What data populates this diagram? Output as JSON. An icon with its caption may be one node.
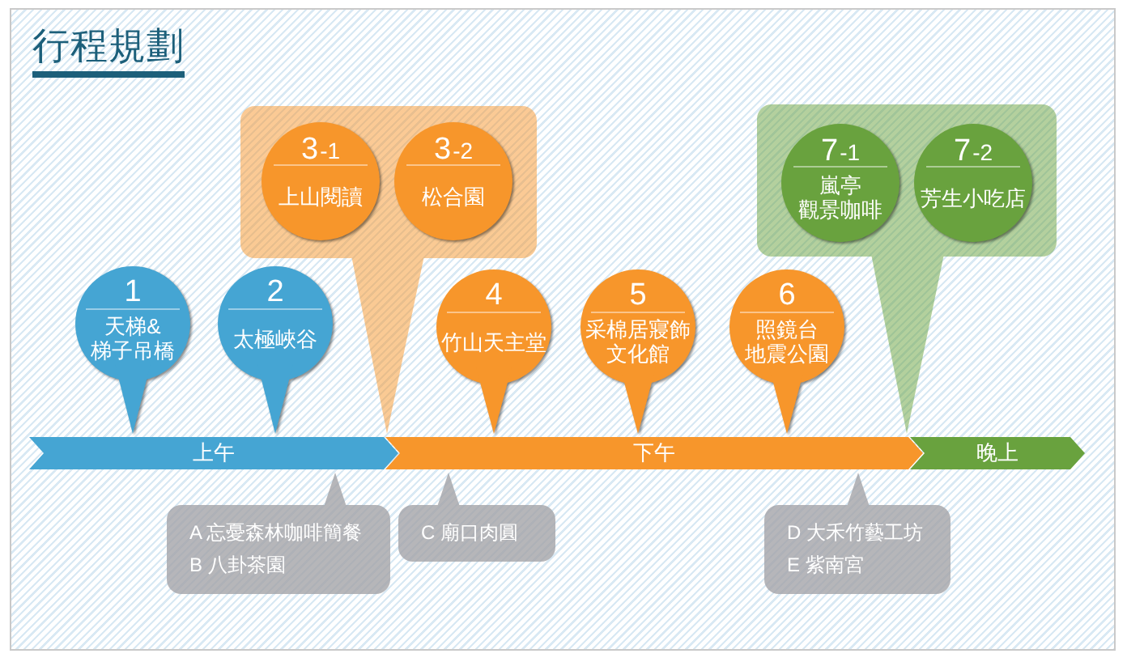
{
  "diagram": {
    "title": "行程規劃",
    "nodes": [
      {
        "text": [
          "1",
          "天梯&梯子吊橋"
        ]
      },
      {
        "text": [
          "2",
          "太極峽谷"
        ]
      },
      {
        "text": [],
        "shape": "callout"
      },
      {
        "text": [
          "3-1",
          "上山閱讀"
        ],
        "in": 2
      },
      {
        "text": [
          "3-2",
          "松合園"
        ],
        "in": 2
      },
      {
        "text": [
          "4",
          "竹山天主堂"
        ]
      },
      {
        "text": [
          "5",
          "采棉居寢飾文化館"
        ]
      },
      {
        "text": [
          "6",
          "照鏡台地震公園"
        ]
      },
      {
        "text": [],
        "shape": "callout"
      },
      {
        "text": [
          "7-1",
          "嵐亭觀景咖啡"
        ],
        "in": 8
      },
      {
        "text": [
          "7-2",
          "芳生小吃店"
        ],
        "in": 8
      },
      {
        "text": [
          "上午"
        ]
      },
      {
        "text": [
          "下午"
        ]
      },
      {
        "text": [
          "晚上"
        ]
      },
      {
        "text": [
          "A 忘憂森林咖啡簡餐",
          "B 八卦茶園"
        ]
      },
      {
        "text": [
          "C 廟口肉圓"
        ]
      },
      {
        "text": [
          "D 大禾竹藝工坊",
          "E 紫南宮"
        ]
      }
    ]
  }
}
